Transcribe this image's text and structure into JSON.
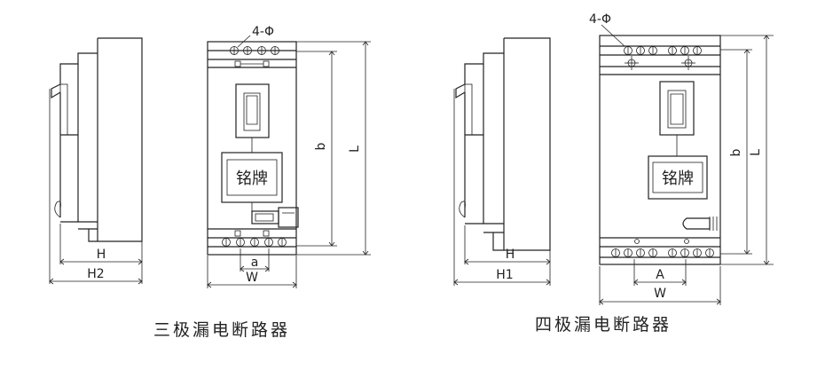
{
  "three_pole": {
    "caption": "三极漏电断路器",
    "nameplate": "铭牌",
    "hole_label": "4-Φ",
    "dims": {
      "H": "H",
      "H2": "H2",
      "a": "a",
      "W": "W",
      "b": "b",
      "L": "L"
    }
  },
  "four_pole": {
    "caption": "四极漏电断路器",
    "nameplate": "铭牌",
    "hole_label": "4-Φ",
    "dims": {
      "H": "H",
      "H1": "H1",
      "A": "A",
      "W": "W",
      "b": "b",
      "L": "L"
    }
  }
}
